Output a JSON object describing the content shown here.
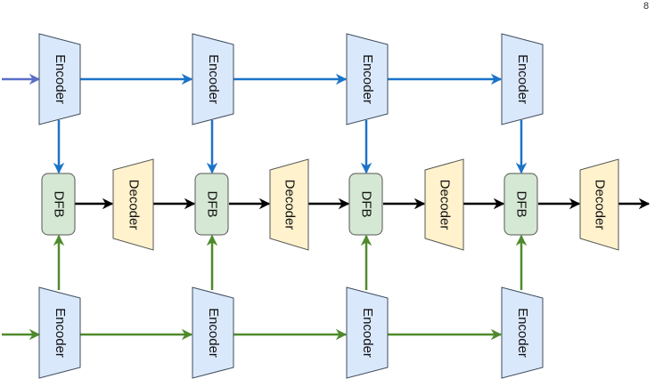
{
  "corner_mark": "8",
  "labels": {
    "encoder": "Encoder",
    "dfb": "DFB",
    "decoder": "Decoder"
  },
  "stages": 4,
  "colors": {
    "encoder_fill": "#dae8fc",
    "encoder_stroke": "#3d4b5c",
    "dfb_fill": "#d5e8d4",
    "dfb_stroke": "#555555",
    "decoder_fill": "#fff2cc",
    "decoder_stroke": "#555555",
    "blue_arrow": "#1a73c8",
    "green_arrow": "#4e8a2c",
    "black_arrow": "#000000",
    "input_arrow": "#5b6ec8"
  }
}
